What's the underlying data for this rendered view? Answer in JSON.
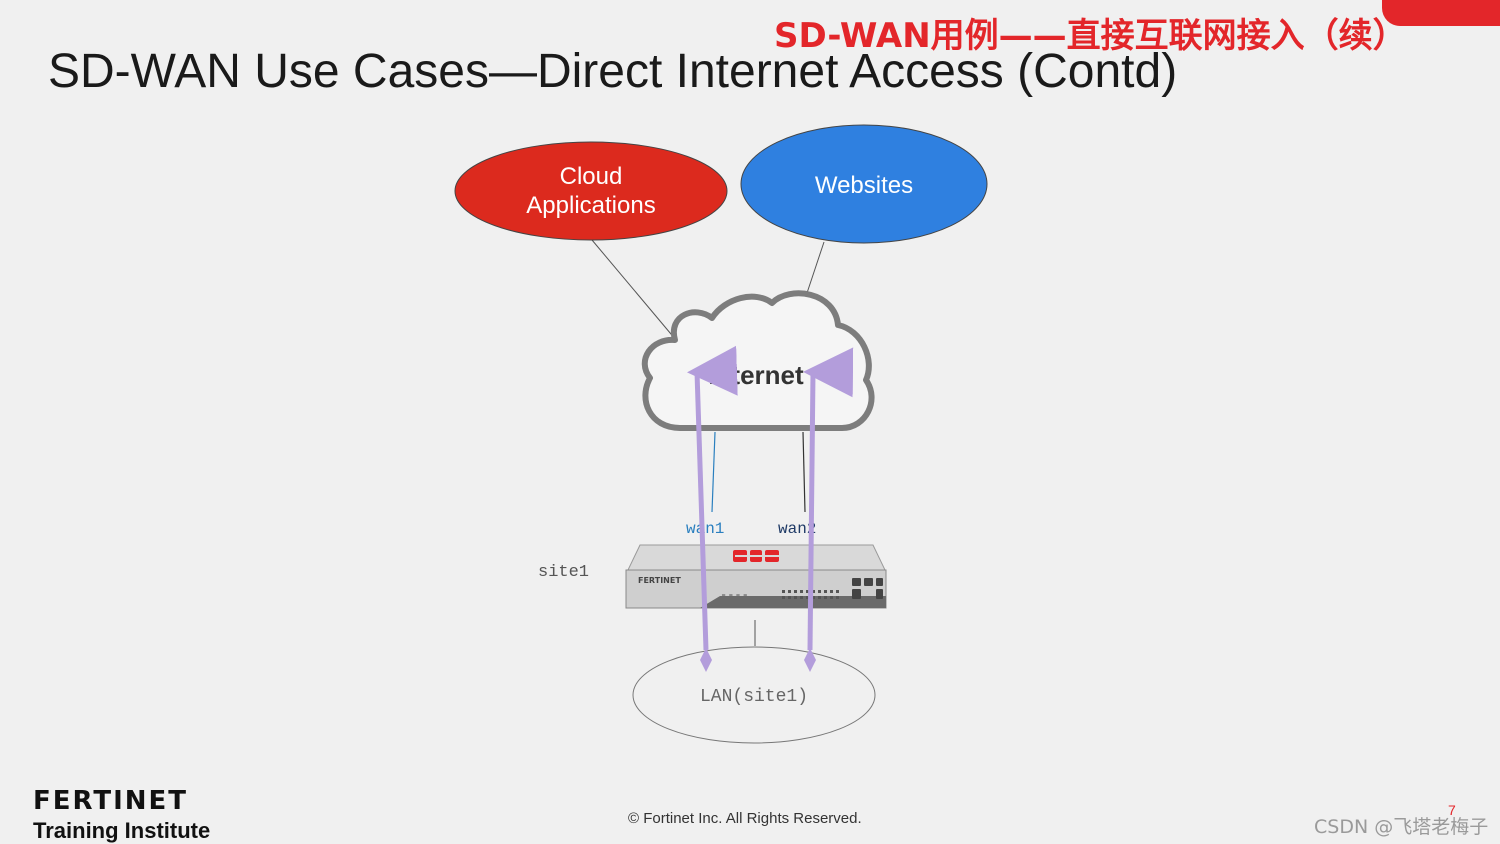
{
  "slide": {
    "chinese_title": "SD-WAN用例——直接互联网接入（续）",
    "title": "SD-WAN Use Cases—Direct Internet Access (Contd)",
    "brand_color": "#e3262a"
  },
  "diagram": {
    "cloud_apps": {
      "line1": "Cloud",
      "line2": "Applications",
      "color": "#dc2a1e"
    },
    "websites": {
      "label": "Websites",
      "color": "#2f80e0"
    },
    "internet": {
      "label": "Internet"
    },
    "device": {
      "site_label": "site1",
      "brand_text": "FERTINET",
      "wan1": "wan1",
      "wan2": "wan2"
    },
    "lan": {
      "label": "LAN(site1)"
    },
    "flow_color": "#b39ddb"
  },
  "footer": {
    "logo_text": "FERTINET",
    "logo_subtitle": "Training Institute",
    "copyright": "© Fortinet Inc. All Rights Reserved.",
    "page_number": "7",
    "watermark": "CSDN @飞塔老梅子"
  }
}
